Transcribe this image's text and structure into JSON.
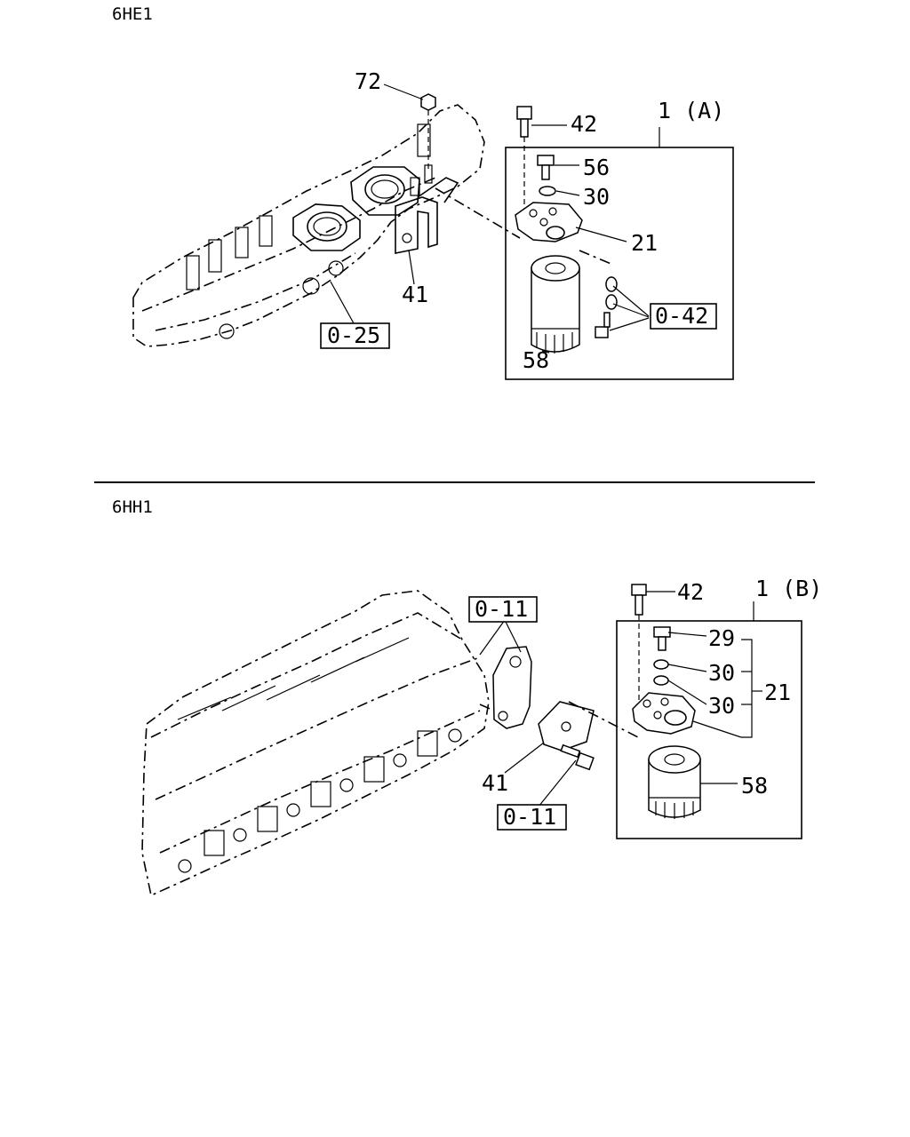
{
  "sections": [
    {
      "engine": "6HE1",
      "assembly_label": "1 (A)",
      "callouts": [
        "72",
        "42",
        "56",
        "30",
        "21",
        "41",
        "58"
      ],
      "references": [
        "0-25",
        "0-42"
      ]
    },
    {
      "engine": "6HH1",
      "assembly_label": "1 (B)",
      "callouts": [
        "42",
        "29",
        "30",
        "30",
        "21",
        "41",
        "58"
      ],
      "references": [
        "0-11",
        "0-11"
      ]
    }
  ]
}
